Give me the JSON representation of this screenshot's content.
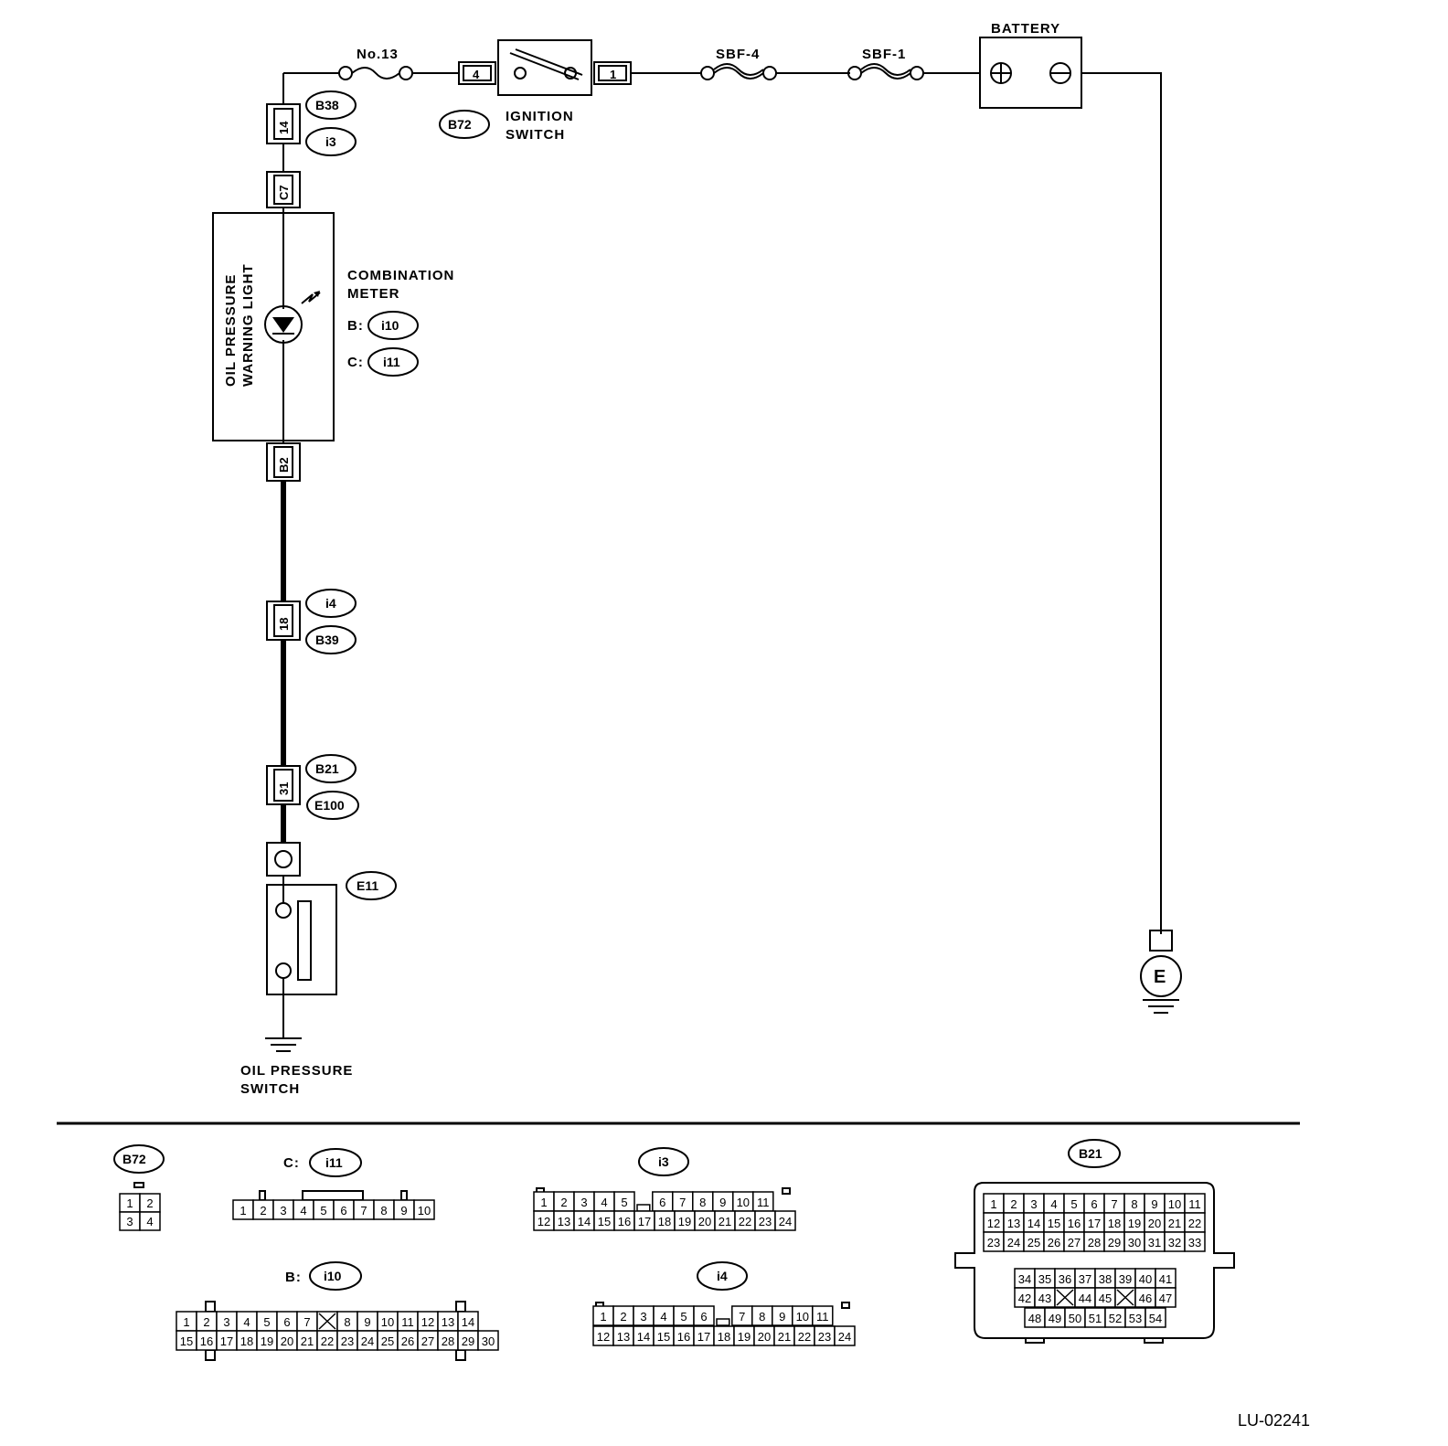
{
  "diagram": {
    "id_code": "LU-02241",
    "top_labels": {
      "fuse_no13": "No.13",
      "sbf4": "SBF-4",
      "sbf1": "SBF-1",
      "battery": "BATTERY",
      "ignition_switch_line1": "IGNITION",
      "ignition_switch_line2": "SWITCH",
      "combination_meter_line1": "COMBINATION",
      "combination_meter_line2": "METER",
      "warning_light_line1": "OIL PRESSURE",
      "warning_light_line2": "WARNING LIGHT",
      "oil_switch_line1": "OIL PRESSURE",
      "oil_switch_line2": "SWITCH",
      "ground_E": "E",
      "prefix_b": "B:",
      "prefix_c": "C:"
    },
    "terminal_numbers": {
      "ign_4": "4",
      "ign_1": "1",
      "t14": "14",
      "tC7": "C7",
      "tB2": "B2",
      "t18": "18",
      "t31": "31"
    },
    "connector_tags": {
      "B38": "B38",
      "i3": "i3",
      "B72": "B72",
      "i10": "i10",
      "i11": "i11",
      "i4": "i4",
      "B39": "B39",
      "B21": "B21",
      "E100": "E100",
      "E11": "E11"
    },
    "connectors": {
      "B72": {
        "tag": "B72",
        "rows": [
          [
            "1",
            "2"
          ],
          [
            "3",
            "4"
          ]
        ]
      },
      "i11": {
        "prefix": "C:",
        "tag": "i11",
        "rows": [
          [
            "1",
            "2",
            "3",
            "4",
            "5",
            "6",
            "7",
            "8",
            "9",
            "10"
          ]
        ]
      },
      "i3": {
        "tag": "i3",
        "rows": [
          [
            "1",
            "2",
            "3",
            "4",
            "5",
            "",
            "6",
            "7",
            "8",
            "9",
            "10",
            "11"
          ],
          [
            "12",
            "13",
            "14",
            "15",
            "16",
            "17",
            "18",
            "19",
            "20",
            "21",
            "22",
            "23",
            "24"
          ]
        ]
      },
      "i10": {
        "prefix": "B:",
        "tag": "i10",
        "rows": [
          [
            "1",
            "2",
            "3",
            "4",
            "5",
            "6",
            "7",
            "X",
            "8",
            "9",
            "10",
            "11",
            "12",
            "13",
            "14"
          ],
          [
            "15",
            "16",
            "17",
            "18",
            "19",
            "20",
            "21",
            "22",
            "23",
            "24",
            "25",
            "26",
            "27",
            "28",
            "29",
            "30"
          ]
        ]
      },
      "i4": {
        "tag": "i4",
        "rows": [
          [
            "1",
            "2",
            "3",
            "4",
            "5",
            "6",
            "",
            "7",
            "8",
            "9",
            "10",
            "11"
          ],
          [
            "12",
            "13",
            "14",
            "15",
            "16",
            "17",
            "18",
            "19",
            "20",
            "21",
            "22",
            "23",
            "24"
          ]
        ]
      },
      "B21": {
        "tag": "B21",
        "rows": [
          [
            "1",
            "2",
            "3",
            "4",
            "5",
            "6",
            "7",
            "8",
            "9",
            "10",
            "11"
          ],
          [
            "12",
            "13",
            "14",
            "15",
            "16",
            "17",
            "18",
            "19",
            "20",
            "21",
            "22"
          ],
          [
            "23",
            "24",
            "25",
            "26",
            "27",
            "28",
            "29",
            "30",
            "31",
            "32",
            "33"
          ],
          [
            "34",
            "35",
            "36",
            "37",
            "38",
            "39",
            "40",
            "41"
          ],
          [
            "42",
            "43",
            "X",
            "44",
            "45",
            "X",
            "46",
            "47"
          ],
          [
            "48",
            "49",
            "50",
            "51",
            "52",
            "53",
            "54"
          ]
        ]
      }
    }
  }
}
